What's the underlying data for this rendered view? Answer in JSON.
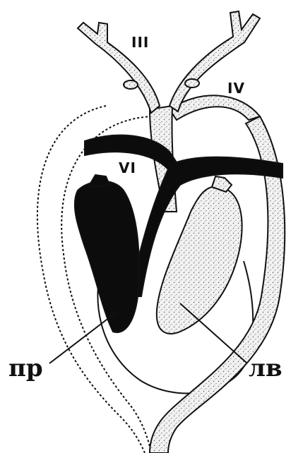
{
  "labels": {
    "arch_3": "III",
    "arch_4": "IV",
    "arch_6": "VI",
    "right_ventricle": "пр",
    "left_ventricle": "лв"
  },
  "colors": {
    "ink": "#111111",
    "venous_fill": "#0c0c0c",
    "arterial_fill": "#f0f0f0",
    "background": "#ffffff"
  }
}
